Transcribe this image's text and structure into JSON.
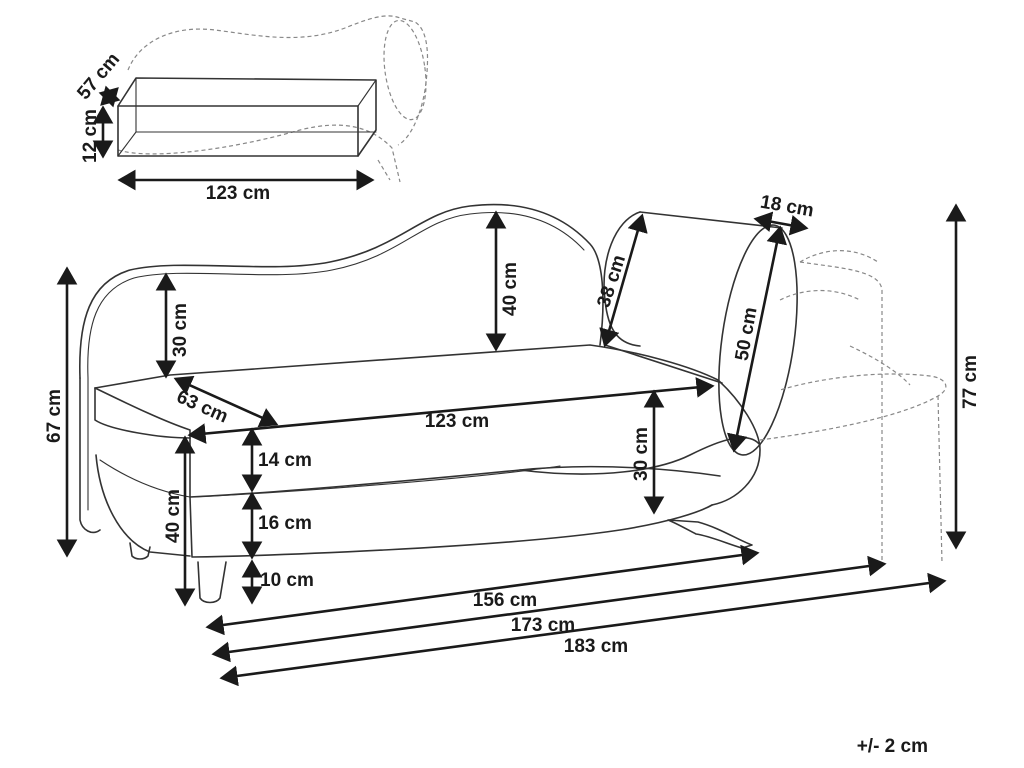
{
  "labels": {
    "box_depth": "57 cm",
    "box_height": "12 cm",
    "box_width": "123 cm",
    "back_height": "40 cm",
    "arm_height": "30 cm",
    "seat_depth": "63 cm",
    "seat_width": "123 cm",
    "cushion_width": "38 cm",
    "cushion_depth": "18 cm",
    "cushion_length": "50 cm",
    "total_height_left": "67 cm",
    "total_height_right": "77 cm",
    "right_arm_height": "30 cm",
    "seat_cushion": "14 cm",
    "base_height": "16 cm",
    "leg_height": "10 cm",
    "seat_height": "40 cm",
    "length_156": "156 cm",
    "length_173": "173 cm",
    "length_183": "183 cm"
  },
  "tolerance": "+/- 2 cm"
}
